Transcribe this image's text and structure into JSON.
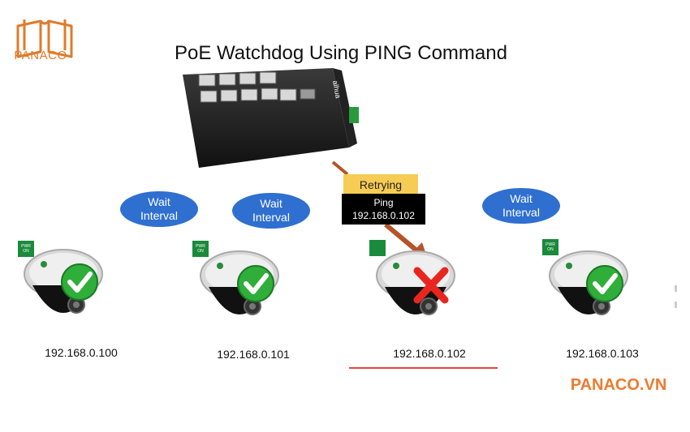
{
  "logo": {
    "text": "PANACO",
    "icon": "open-book-icon",
    "color": "#e07b2a"
  },
  "title": "PoE Watchdog Using PING Command",
  "switch": {
    "icon": "industrial-poe-switch",
    "brand_text": "alhua"
  },
  "wait_bubbles": [
    {
      "line1": "Wait",
      "line2": "Interval"
    },
    {
      "line1": "Wait",
      "line2": "Interval"
    },
    {
      "line1": "Wait",
      "line2": "Interval"
    }
  ],
  "retrying_label": "Retrying",
  "ping_box": {
    "line1": "Ping",
    "line2": "192.168.0.102"
  },
  "cameras": [
    {
      "badge": "PWR\nON",
      "badge_line1": "PWR",
      "badge_line2": "ON",
      "status": "ok",
      "ip": "192.168.0.100"
    },
    {
      "badge_line1": "PWR",
      "badge_line2": "ON",
      "status": "ok",
      "ip": "192.168.0.101"
    },
    {
      "badge_line1": "",
      "badge_line2": "",
      "status": "fail",
      "ip": "192.168.0.102"
    },
    {
      "badge_line1": "PWR",
      "badge_line2": "ON",
      "status": "ok",
      "ip": "192.168.0.103"
    }
  ],
  "brand_footer": "PANACO.VN",
  "colors": {
    "accent_orange": "#ee7a2f",
    "bubble_blue": "#2f6fd0",
    "ok_green": "#2fae3a",
    "fail_red": "#e8261f",
    "badge_green": "#1a8a3c",
    "arrow_brown": "#b5532a"
  }
}
